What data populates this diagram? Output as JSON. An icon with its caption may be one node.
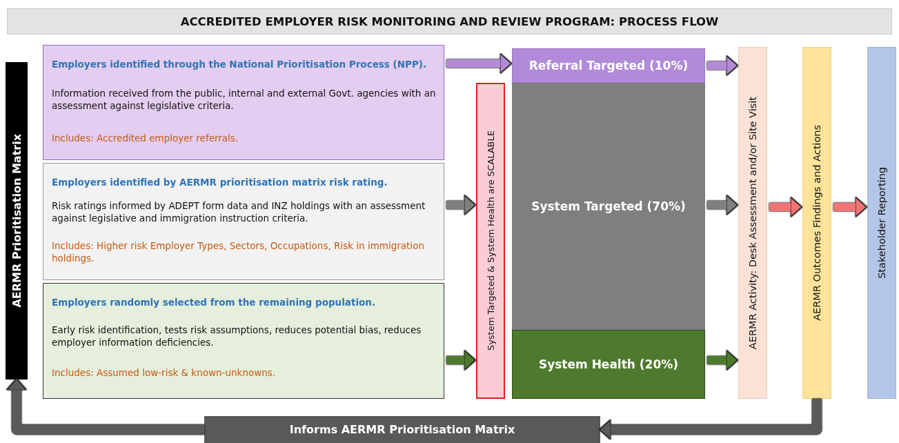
{
  "diagram": {
    "title": "ACCREDITED EMPLOYER RISK MONITORING AND REVIEW PROGRAM: PROCESS FLOW",
    "nodes": [
      {
        "text": [
          "AERMR Prioritisation Matrix"
        ]
      },
      {
        "text": [
          "Employers identified through the National Prioritisation Process (NPP).",
          "Information received from the public, internal and external Govt. agencies with an assessment against legislative criteria.",
          "Includes: Accredited employer referrals."
        ]
      },
      {
        "text": [
          "Employers identified by AERMR prioritisation matrix risk rating.",
          "Risk ratings informed by ADEPT form data and INZ holdings with an assessment against legislative and immigration instruction criteria.",
          "Includes: Higher risk Employer Types, Sectors, Occupations, Risk in immigration holdings."
        ]
      },
      {
        "text": [
          "Employers randomly selected from the remaining population.",
          "Early risk identification, tests risk assumptions, reduces potential bias, reduces employer information deficiencies.",
          "Includes: Assumed low-risk & known-unknowns."
        ]
      },
      {
        "text": [
          "System Targeted & System Health are SCALABLE"
        ]
      },
      {
        "text": [
          "Referral Targeted (10%)"
        ]
      },
      {
        "text": [
          "System Targeted (70%)"
        ]
      },
      {
        "text": [
          "System Health (20%)"
        ]
      },
      {
        "text": [
          "AERMR Activity: Desk Assessment and/or Site Visit"
        ]
      },
      {
        "text": [
          "AERMR Outcomes Findings and Actions"
        ]
      },
      {
        "text": [
          "Stakeholder Reporting"
        ]
      },
      {
        "text": [
          "Informs AERMR Prioritisation Matrix"
        ]
      }
    ],
    "edges": [
      {
        "from": 1,
        "to": 5,
        "arrow": "to",
        "color": "#b48ad6"
      },
      {
        "from": 2,
        "to": 4,
        "arrow": "to",
        "color": "#7f7f7f"
      },
      {
        "from": 3,
        "to": 4,
        "arrow": "to",
        "color": "#4e7a2f"
      },
      {
        "from": 5,
        "to": 8,
        "arrow": "to",
        "color": "#b48ad6"
      },
      {
        "from": 6,
        "to": 8,
        "arrow": "to",
        "color": "#7f7f7f"
      },
      {
        "from": 7,
        "to": 8,
        "arrow": "to",
        "color": "#4e7a2f"
      },
      {
        "from": 8,
        "to": 9,
        "arrow": "to",
        "color": "#f07474"
      },
      {
        "from": 9,
        "to": 10,
        "arrow": "to",
        "color": "#f07474"
      },
      {
        "from": 9,
        "to": 11,
        "arrow": "to",
        "color": "#5a5a5a"
      },
      {
        "from": 11,
        "to": 0,
        "arrow": "to",
        "color": "#5a5a5a"
      }
    ]
  }
}
